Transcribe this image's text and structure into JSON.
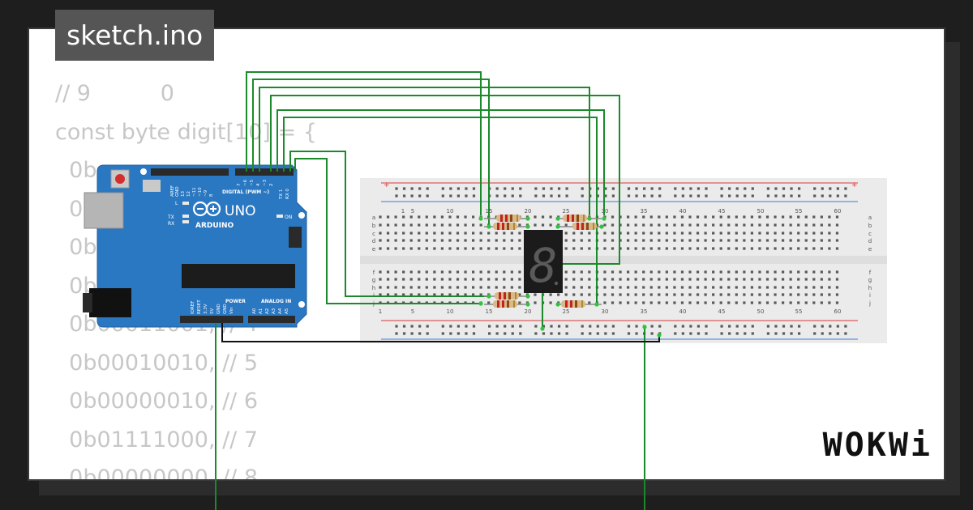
{
  "file_tab": {
    "label": "sketch.ino"
  },
  "code_lines": [
    "// 9          0",
    "const byte digit[10] = {",
    "  0b",
    "  0",
    "  0b",
    "  0b",
    "  0b00011001, // 4",
    "  0b00010010, // 5",
    "  0b00000010, // 6",
    "  0b01111000, // 7",
    "  0b00000000, // 8"
  ],
  "arduino": {
    "model_label": "UNO",
    "brand_label": "ARDUINO",
    "header_digital": "DIGITAL (PWM ~)",
    "header_power": "POWER",
    "header_analog": "ANALOG IN",
    "on_label": "ON",
    "l_label": "L",
    "tx_label": "TX",
    "rx_label": "RX",
    "digital_pins": [
      "AREF",
      "GND",
      "13",
      "12",
      "~11",
      "~10",
      "~9",
      "8",
      "7",
      "~6",
      "~5",
      "4",
      "~3",
      "2",
      "TX 1",
      "RX 0"
    ],
    "power_pins": [
      "IOREF",
      "RESET",
      "3.3V",
      "5V",
      "GND",
      "GND",
      "Vin"
    ],
    "analog_pins": [
      "A0",
      "A1",
      "A2",
      "A3",
      "A4",
      "A5"
    ],
    "colors": {
      "board": "#2b78c2",
      "header": "#2a2a2a"
    }
  },
  "breadboard": {
    "column_numbers": [
      "1",
      "5",
      "10",
      "15",
      "20",
      "25",
      "30",
      "35",
      "40",
      "45",
      "50",
      "55",
      "60"
    ],
    "row_letters_top": [
      "a",
      "b",
      "c",
      "d",
      "e"
    ],
    "row_letters_bottom": [
      "f",
      "g",
      "h",
      "i",
      "j"
    ],
    "colors": {
      "body": "#ebebeb",
      "hole": "#595959",
      "plus_rail": "#d73b3b",
      "minus_rail": "#3b7fd7"
    }
  },
  "display": {
    "digit": "8",
    "color_segment": "#5a5a5a",
    "color_body": "#1b1b1b"
  },
  "wires": {
    "color": "#1a8a2a",
    "ground_color": "#111111"
  },
  "brand": {
    "label": "WOKWi"
  }
}
